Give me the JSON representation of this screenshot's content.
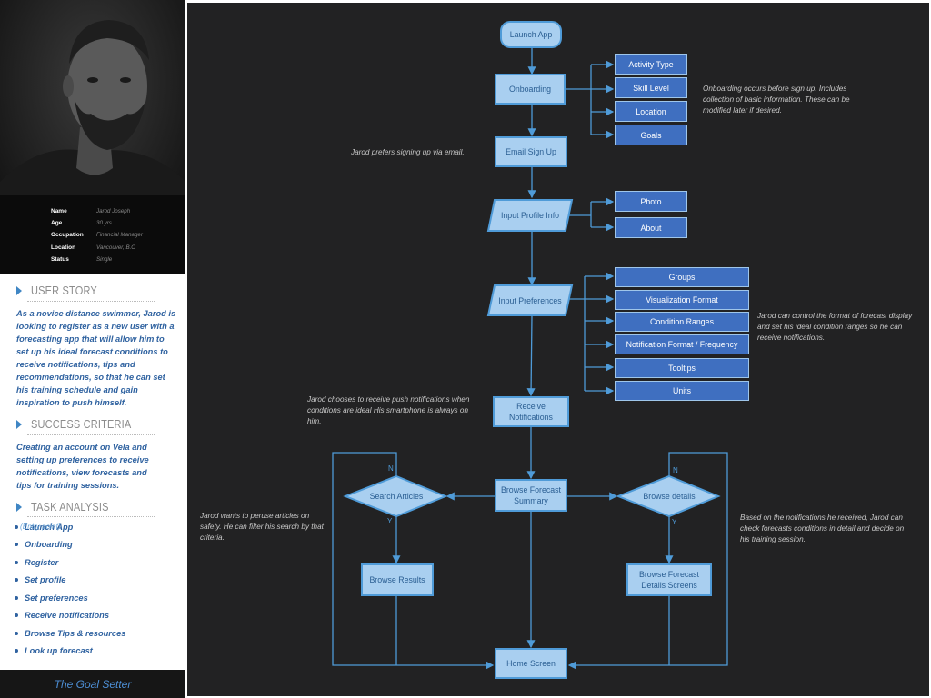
{
  "profile": {
    "rows": [
      {
        "label": "Name",
        "value": "Jarod Joseph"
      },
      {
        "label": "Age",
        "value": "30 yrs"
      },
      {
        "label": "Occupation",
        "value": "Financial Manager"
      },
      {
        "label": "Location",
        "value": "Vancouver, B.C"
      },
      {
        "label": "Status",
        "value": "Single"
      }
    ]
  },
  "user_story": {
    "heading": "USER STORY",
    "text": "As a novice distance swimmer, Jarod is looking to register as a new user with a forecasting app that will allow him to set up his ideal forecast conditions to receive notifications, tips and recommendations, so that he can set his training schedule and gain inspiration to push himself."
  },
  "success": {
    "heading": "SUCCESS CRITERIA",
    "text": "Creating an account on Vela and setting up preferences to receive notifications, view forecasts and tips for training sessions."
  },
  "tasks": {
    "heading": "TASK ANALYSIS",
    "items": [
      {
        "label": "Launch App",
        "note": "(Entry point)"
      },
      {
        "label": "Onboarding"
      },
      {
        "label": "Register"
      },
      {
        "label": "Set profile"
      },
      {
        "label": "Set preferences"
      },
      {
        "label": "Receive notifications"
      },
      {
        "label": "Browse Tips & resources"
      },
      {
        "label": "Look up forecast"
      }
    ]
  },
  "footer": "The Goal Setter",
  "flow": {
    "launch": "Launch App",
    "onboarding": "Onboarding",
    "onboarding_opts": [
      "Activity Type",
      "Skill Level",
      "Location",
      "Goals"
    ],
    "email": "Email Sign Up",
    "profile": "Input Profile Info",
    "profile_opts": [
      "Photo",
      "About"
    ],
    "prefs": "Input Preferences",
    "pref_opts": [
      "Groups",
      "Visualization Format",
      "Condition Ranges",
      "Notification Format / Frequency",
      "Tooltips",
      "Units"
    ],
    "notify": "Receive Notifications",
    "browse": "Browse Forecast Summary",
    "search": "Search Articles",
    "details": "Browse details",
    "results": "Browse Results",
    "forecast_details": "Browse Forecast Details Screens",
    "home": "Home Screen",
    "yes": "Y",
    "no": "N",
    "notes": {
      "onboarding": "Onboarding occurs before sign up. Includes collection of basic information. These can be modified later if desired.",
      "email": "Jarod prefers signing up via email.",
      "prefs": "Jarod can control the format of forecast display and set his ideal condition ranges so he can receive notifications.",
      "notify": "Jarod chooses to receive push notifications when conditions are ideal His smartphone is always on him.",
      "search": "Jarod wants to peruse articles on safety. He can filter his search by that criteria.",
      "details": "Based on the notifications he received, Jarod can check forecasts conditions in detail and decide on his training session."
    }
  }
}
